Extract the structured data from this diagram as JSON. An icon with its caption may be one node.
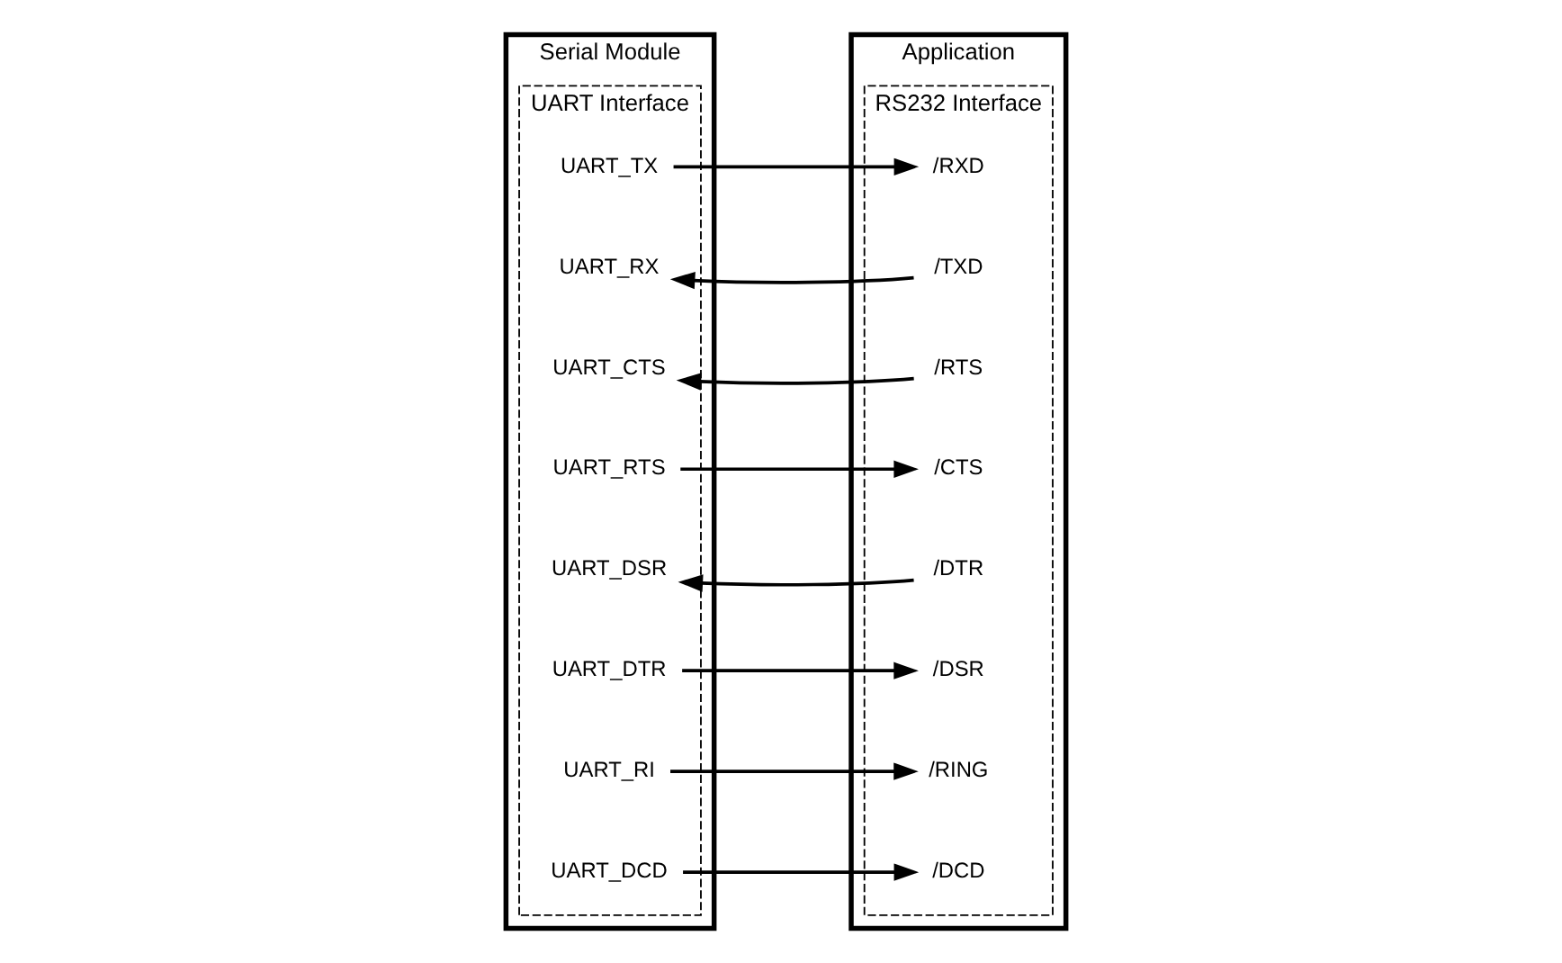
{
  "diagram": {
    "nodes": [
      {
        "text": [
          "Serial Module"
        ]
      },
      {
        "text": [
          "UART Interface"
        ],
        "in": 0
      },
      {
        "text": [
          "UART_TX"
        ],
        "in": 1
      },
      {
        "text": [
          "UART_RX"
        ],
        "in": 1
      },
      {
        "text": [
          "UART_CTS"
        ],
        "in": 1
      },
      {
        "text": [
          "UART_RTS"
        ],
        "in": 1
      },
      {
        "text": [
          "UART_DSR"
        ],
        "in": 1
      },
      {
        "text": [
          "UART_DTR"
        ],
        "in": 1
      },
      {
        "text": [
          "UART_RI"
        ],
        "in": 1
      },
      {
        "text": [
          "UART_DCD"
        ],
        "in": 1
      },
      {
        "text": [
          "Application"
        ]
      },
      {
        "text": [
          "RS232 Interface"
        ],
        "in": 10
      },
      {
        "text": [
          "/RXD"
        ],
        "in": 11
      },
      {
        "text": [
          "/TXD"
        ],
        "in": 11
      },
      {
        "text": [
          "/RTS"
        ],
        "in": 11
      },
      {
        "text": [
          "/CTS"
        ],
        "in": 11
      },
      {
        "text": [
          "/DTR"
        ],
        "in": 11
      },
      {
        "text": [
          "/DSR"
        ],
        "in": 11
      },
      {
        "text": [
          "/RING"
        ],
        "in": 11
      },
      {
        "text": [
          "/DCD"
        ],
        "in": 11
      }
    ],
    "edges": [
      {
        "from": 2,
        "to": 12,
        "arrow": "to"
      },
      {
        "from": 13,
        "to": 3,
        "arrow": "to"
      },
      {
        "from": 14,
        "to": 4,
        "arrow": "to"
      },
      {
        "from": 5,
        "to": 15,
        "arrow": "to"
      },
      {
        "from": 16,
        "to": 6,
        "arrow": "to"
      },
      {
        "from": 7,
        "to": 17,
        "arrow": "to"
      },
      {
        "from": 8,
        "to": 18,
        "arrow": "to"
      },
      {
        "from": 9,
        "to": 19,
        "arrow": "to"
      }
    ]
  }
}
